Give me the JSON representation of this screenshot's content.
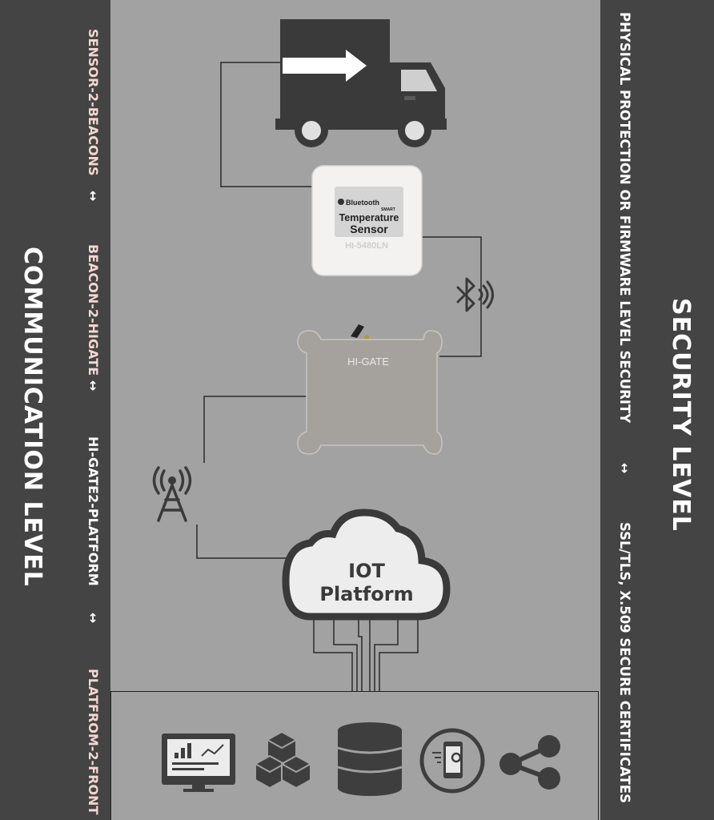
{
  "left_column": {
    "title": "COMMUNICATION LEVEL",
    "items": [
      "SENSOR-2-BEACONS",
      "BEACON-2-HIGATE",
      "HI-GATE2-PLATFORM",
      "PLATFROM-2-FRONT"
    ],
    "arrow": "↔"
  },
  "right_column": {
    "title": "SECURITY LEVEL",
    "items": [
      "PHYSICAL PROTECTION OR FIRMWARE LEVEL SECURITY",
      "SSL/TLS, X.509 SECURE CERTIFICATES"
    ],
    "arrow": "↔"
  },
  "sensor": {
    "bluetooth_brand": "Bluetooth",
    "bluetooth_tagline": "SMART",
    "line1": "Temperature",
    "line2": "Sensor",
    "model": "HI-5480LN"
  },
  "gateway": {
    "label": "HI-GATE"
  },
  "cloud": {
    "line1": "IOT",
    "line2": "Platform"
  },
  "colors": {
    "side_band": "#444444",
    "canvas": "#a2a2a2",
    "left_items": "#f2d6d3",
    "icons": "#3e3e3e"
  },
  "icons": [
    "truck-icon",
    "bluetooth-icon",
    "cell-tower-icon",
    "monitor-chart-icon",
    "cubes-icon",
    "database-icon",
    "mobile-settings-icon",
    "share-icon"
  ]
}
